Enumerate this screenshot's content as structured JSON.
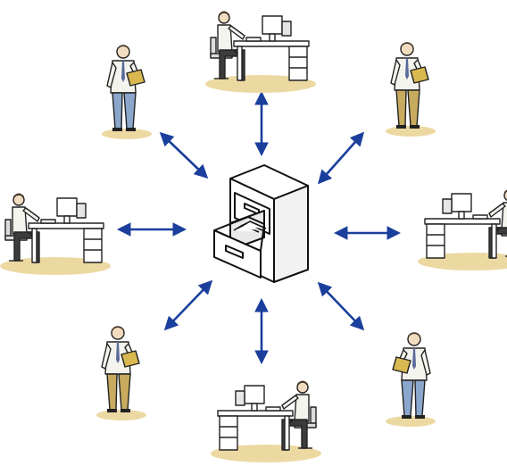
{
  "colors": {
    "arrow": "#1a3f9c",
    "shadow": "#ecd9a2",
    "desk": "#ffffff",
    "outline": "#222222",
    "shirt": "#f4f4ee",
    "pants_khaki": "#c8ab5f",
    "pants_blue": "#8aa6cc",
    "skin": "#f2dcc0",
    "hair": "#4a3a2a",
    "folder": "#d9b850",
    "cabinet": "#ffffff"
  },
  "nodes": [
    {
      "id": "top",
      "figure": "desk-worker",
      "flip": false
    },
    {
      "id": "top-right",
      "figure": "standing-khaki",
      "flip": false
    },
    {
      "id": "right",
      "figure": "desk-worker",
      "flip": true
    },
    {
      "id": "bottom-right",
      "figure": "standing-blue",
      "flip": true
    },
    {
      "id": "bottom",
      "figure": "desk-worker",
      "flip": true
    },
    {
      "id": "bottom-left",
      "figure": "standing-khaki",
      "flip": false
    },
    {
      "id": "left",
      "figure": "desk-worker",
      "flip": false
    },
    {
      "id": "top-left",
      "figure": "standing-blue",
      "flip": false
    }
  ],
  "center": {
    "figure": "file-cabinet",
    "icon": "file-cabinet-icon"
  }
}
